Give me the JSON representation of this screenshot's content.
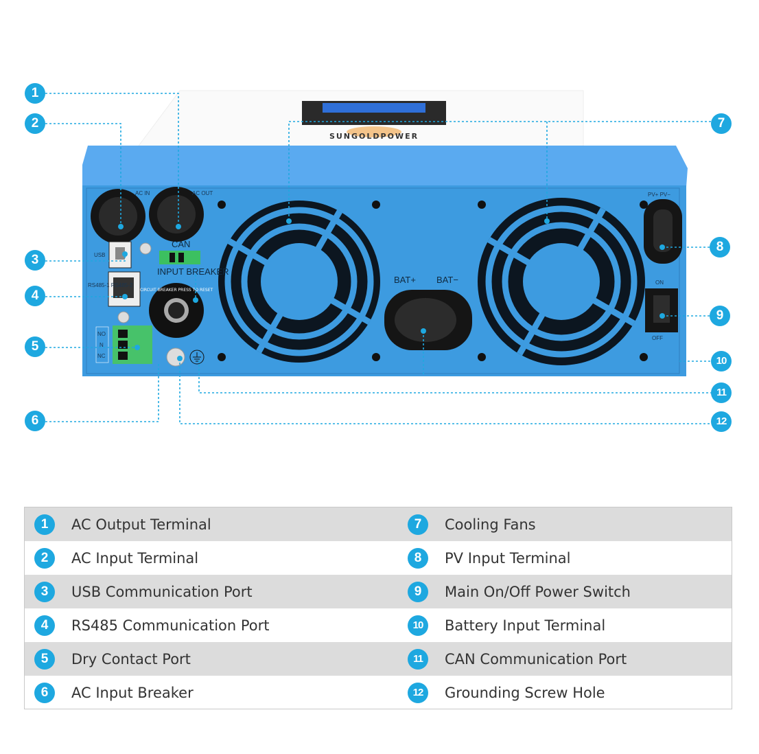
{
  "device": {
    "brand": "SUNGOLDPOWER",
    "panel_labels": {
      "ac_in": "AC IN",
      "ac_out": "AC OUT",
      "usb": "USB",
      "rs485": "RS485-1 RS485-2",
      "can": "CAN",
      "input_breaker": "INPUT BREAKER",
      "breaker_ring": "CIRCUIT BREAKER PRESS TO RESET",
      "no": "NO",
      "n": "N",
      "nc": "NC",
      "bat_plus": "BAT+",
      "bat_minus": "BAT−",
      "pv": "PV+ PV−",
      "on": "ON",
      "off": "OFF"
    },
    "accent_color": "#1ea8e0",
    "body_color": "#3d9be0"
  },
  "callouts": [
    "1",
    "2",
    "3",
    "4",
    "5",
    "6",
    "7",
    "8",
    "9",
    "10",
    "11",
    "12"
  ],
  "legend": {
    "left": [
      {
        "num": "1",
        "label": "AC Output Terminal"
      },
      {
        "num": "2",
        "label": "AC Input Terminal"
      },
      {
        "num": "3",
        "label": "USB Communication Port"
      },
      {
        "num": "4",
        "label": "RS485 Communication Port"
      },
      {
        "num": "5",
        "label": "Dry Contact Port"
      },
      {
        "num": "6",
        "label": "AC Input Breaker"
      }
    ],
    "right": [
      {
        "num": "7",
        "label": "Cooling Fans"
      },
      {
        "num": "8",
        "label": "PV Input Terminal"
      },
      {
        "num": "9",
        "label": "Main On/Off Power Switch"
      },
      {
        "num": "10",
        "label": "Battery Input Terminal"
      },
      {
        "num": "11",
        "label": "CAN Communication Port"
      },
      {
        "num": "12",
        "label": "Grounding Screw Hole"
      }
    ]
  }
}
